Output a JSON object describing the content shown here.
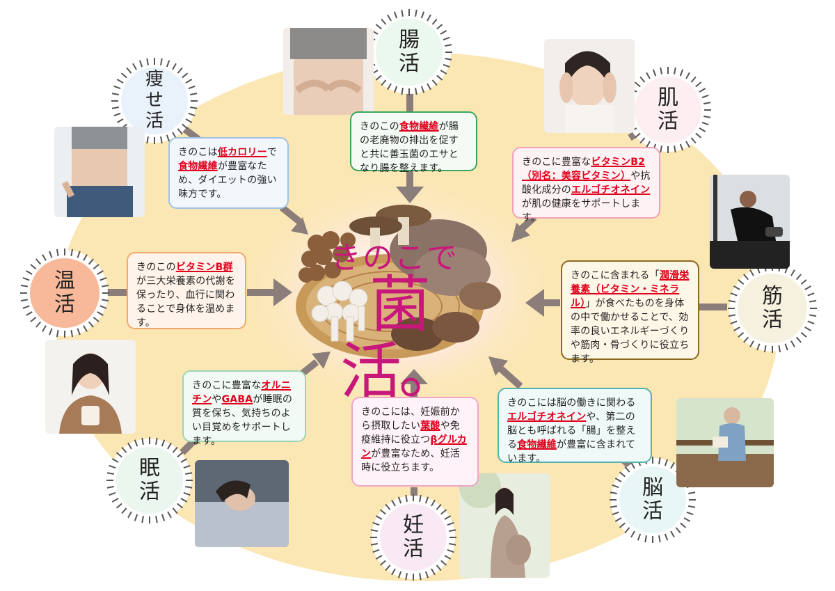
{
  "center": {
    "line1": "きのこで",
    "line2": "菌活。"
  },
  "badges": [
    {
      "id": "diet",
      "label": "痩せ活",
      "vertical": true
    },
    {
      "id": "gut",
      "label": "腸活",
      "vertical": true
    },
    {
      "id": "skin",
      "label": "肌活",
      "vertical": true
    },
    {
      "id": "onkatsu",
      "label": "温活",
      "vertical": true
    },
    {
      "id": "muscle",
      "label": "筋活",
      "vertical": true
    },
    {
      "id": "sleep",
      "label": "眠活",
      "vertical": true
    },
    {
      "id": "ninkatsu",
      "label": "妊活",
      "vertical": true
    },
    {
      "id": "brain",
      "label": "脳活",
      "vertical": true
    }
  ],
  "boxes": {
    "gut": {
      "segments": [
        {
          "t": "きのこの"
        },
        {
          "t": "食物繊維",
          "hl": true
        },
        {
          "t": "が腸の老廃物の排出を促すと共に善玉菌のエサとなり腸を整えます。"
        }
      ]
    },
    "diet": {
      "segments": [
        {
          "t": "きのこは"
        },
        {
          "t": "低カロリー",
          "hl": true
        },
        {
          "t": "で"
        },
        {
          "t": "食物繊維",
          "hl": true
        },
        {
          "t": "が豊富なため、ダイエットの強い味方です。"
        }
      ]
    },
    "skin": {
      "segments": [
        {
          "t": "きのこに豊富な"
        },
        {
          "t": "ビタミンB2（別名：美容ビタミン）",
          "hl": true
        },
        {
          "t": "や抗酸化成分の"
        },
        {
          "t": "エルゴチオネイン",
          "hl": true
        },
        {
          "t": "が肌の健康をサポートします。"
        }
      ]
    },
    "onkatsu": {
      "segments": [
        {
          "t": "きのこの"
        },
        {
          "t": "ビタミンB群",
          "hl": true
        },
        {
          "t": "が三大栄養素の代謝を保ったり、血行に関わることで身体を温めます。"
        }
      ]
    },
    "muscle": {
      "segments": [
        {
          "t": "きのこに含まれる「"
        },
        {
          "t": "潤滑栄養素（ビタミン・ミネラル）",
          "hl": true
        },
        {
          "t": "」が食べたものを身体の中で働かせることで、効率の良いエネルギーづくりや筋肉・骨づくりに役立ちます。"
        }
      ]
    },
    "sleep": {
      "segments": [
        {
          "t": "きのこに豊富な"
        },
        {
          "t": "オルニチン",
          "hl": true
        },
        {
          "t": "や"
        },
        {
          "t": "GABA",
          "hl": true
        },
        {
          "t": "が睡眠の質を保ち、気持ちのよい目覚めをサポートします。"
        }
      ]
    },
    "ninkatsu": {
      "segments": [
        {
          "t": "きのこには、妊娠前から摂取したい"
        },
        {
          "t": "葉酸",
          "hl": true
        },
        {
          "t": "や免疫維持に役立つ"
        },
        {
          "t": "βグルカン",
          "hl": true
        },
        {
          "t": "が豊富なため、妊活時に役立ちます。"
        }
      ]
    },
    "brain": {
      "segments": [
        {
          "t": "きのこには脳の働きに関わる"
        },
        {
          "t": "エルゴチオネイン",
          "hl": true
        },
        {
          "t": "や、第二の脳とも呼ばれる「腸」を整える"
        },
        {
          "t": "食物繊維",
          "hl": true
        },
        {
          "t": "が豊富に含まれています。"
        }
      ]
    }
  },
  "colors": {
    "ellipse": "#fbe7b4",
    "arrow": "#8b7d7a",
    "logo": "#c8177a",
    "highlight": "#e0001b"
  },
  "icons": [
    "mushroom-basket-icon",
    "woman-belly-photo",
    "woman-face-photo",
    "man-gym-photo",
    "woman-mug-photo",
    "woman-sleep-photo",
    "pregnant-woman-photo",
    "man-reading-photo"
  ]
}
